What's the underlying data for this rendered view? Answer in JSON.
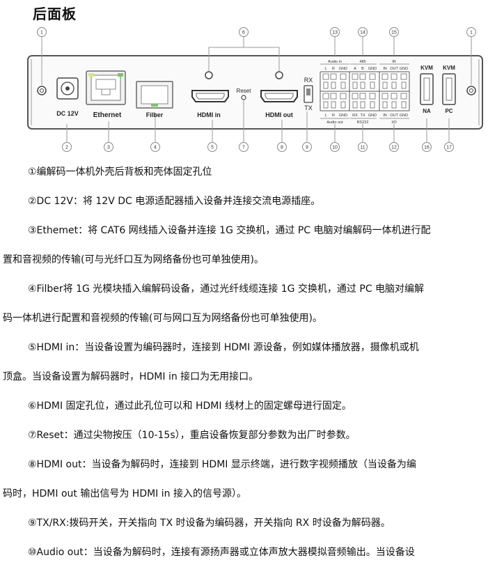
{
  "title": "后面板",
  "panel": {
    "callout_numbers": [
      "1",
      "6",
      "13",
      "14",
      "15",
      "1",
      "2",
      "3",
      "4",
      "5",
      "7",
      "8",
      "9",
      "10",
      "11",
      "12",
      "16",
      "17"
    ],
    "labels": {
      "dc": "DC 12V",
      "ethernet": "Ethernet",
      "fiber": "Filber",
      "hdmi_in": "HDMI in",
      "reset": "Reset",
      "hdmi_out": "HDMI out",
      "rx": "RX",
      "tx": "TX",
      "audio_in": "Audio in",
      "audio_in_pins": [
        "L",
        "R",
        "GND"
      ],
      "rs485": "485",
      "rs485_pins": [
        "A",
        "B",
        "GND"
      ],
      "ir": "IR",
      "ir_pins": [
        "IN",
        "OUT",
        "GND"
      ],
      "audio_out": "Audio out",
      "audio_out_pins": [
        "L",
        "R",
        "GND"
      ],
      "rs232": "RS232",
      "rs232_pins": [
        "RX",
        "TX",
        "GND"
      ],
      "io": "I/O",
      "io_pins": [
        "IN",
        "OUT",
        "GND"
      ],
      "kvm_na": "KVM",
      "na": "NA",
      "kvm_pc": "KVM",
      "pc": "PC"
    }
  },
  "paragraphs": [
    "①编解码一体机外壳后背板和壳体固定孔位",
    "②DC 12V：将 12V DC 电源适配器插入设备并连接交流电源插座。",
    "③Ethemet：将 CAT6 网线插入设备并连接 1G 交换机，通过 PC 电脑对编解码一体机进行配",
    "置和音视频的传输(可与光纤口互为网络备份也可单独使用)。",
    "④Filber将 1G 光模块插入编解码设备，通过光纤线缆连接 1G 交换机，通过 PC 电脑对编解",
    "码一体机进行配置和音视频的传输(可与网口互为网络备份也可单独使用)。",
    "⑤HDMI in：当设备设置为编码器时，连接到 HDMI 源设备，例如媒体播放器，摄像机或机",
    "顶盒。当设备设置为解码器时，HDMI in 接口为无用接口。",
    "⑥HDMI 固定孔位，通过此孔位可以和 HDMI 线材上的固定螺母进行固定。",
    "⑦Reset：通过尖物按压（10-15s），重启设备恢复部分参数为出厂时参数。",
    "⑧HDMI out：当设备为解码时，连接到 HDMI 显示终端，进行数字视频播放（当设备为编",
    "码时，HDMI out 输出信号为 HDMI in 接入的信号源）。",
    "⑨TX/RX:拨码开关，开关指向 TX 时设备为编码器，开关指向 RX 时设备为解码器。",
    "⑩Audio out：当设备为解码时，连接有源扬声器或立体声放大器模拟音频输出。当设备设"
  ]
}
